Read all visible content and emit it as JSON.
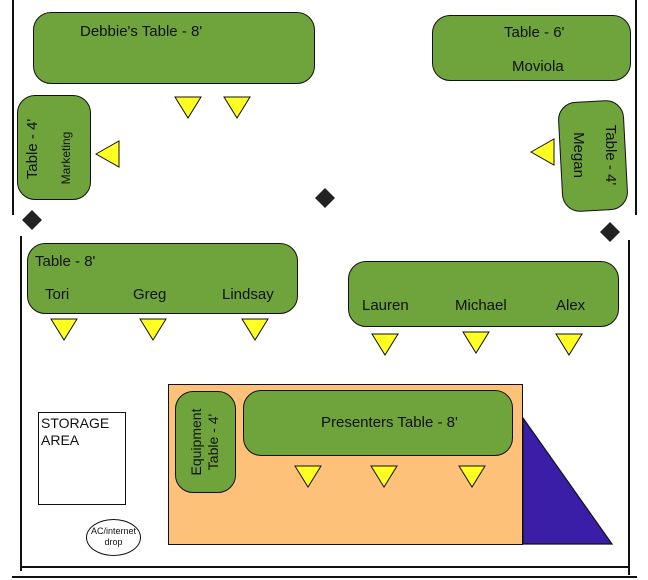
{
  "colors": {
    "table": "#6fa33b",
    "seat": "#ffff22",
    "stage": "#fdc17a",
    "screen": "#3a1ea8",
    "marker": "#222222"
  },
  "tables": {
    "debbie": {
      "label": "Debbie's Table - 8'"
    },
    "moviola": {
      "label": "Table - 6'",
      "sub": "Moviola"
    },
    "marketing": {
      "label": "Table - 4'",
      "sub": "Marketing"
    },
    "megan": {
      "label": "Table - 4'",
      "sub": "Megan"
    },
    "left8": {
      "label": "Table - 8'",
      "names": [
        "Tori",
        "Greg",
        "Lindsay"
      ]
    },
    "right8": {
      "names": [
        "Lauren",
        "Michael",
        "Alex"
      ]
    },
    "equipment": {
      "label": "Equipment Table - 4'"
    },
    "presenters": {
      "label": "Presenters Table - 8'"
    }
  },
  "storage": {
    "label": "STORAGE AREA"
  },
  "ac_drop": {
    "label": "AC/internet drop"
  },
  "icons": {
    "seat": "yellow-triangle-seat-icon",
    "marker": "black-diamond-marker-icon",
    "screen": "purple-triangle-projection-screen-icon"
  }
}
